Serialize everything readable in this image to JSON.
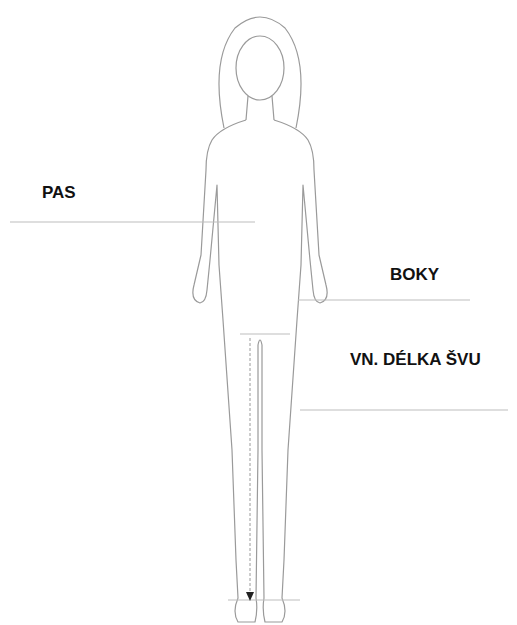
{
  "diagram": {
    "labels": [
      "PAS",
      "BOKY",
      "VN. DÉLKA ŠVU"
    ]
  }
}
